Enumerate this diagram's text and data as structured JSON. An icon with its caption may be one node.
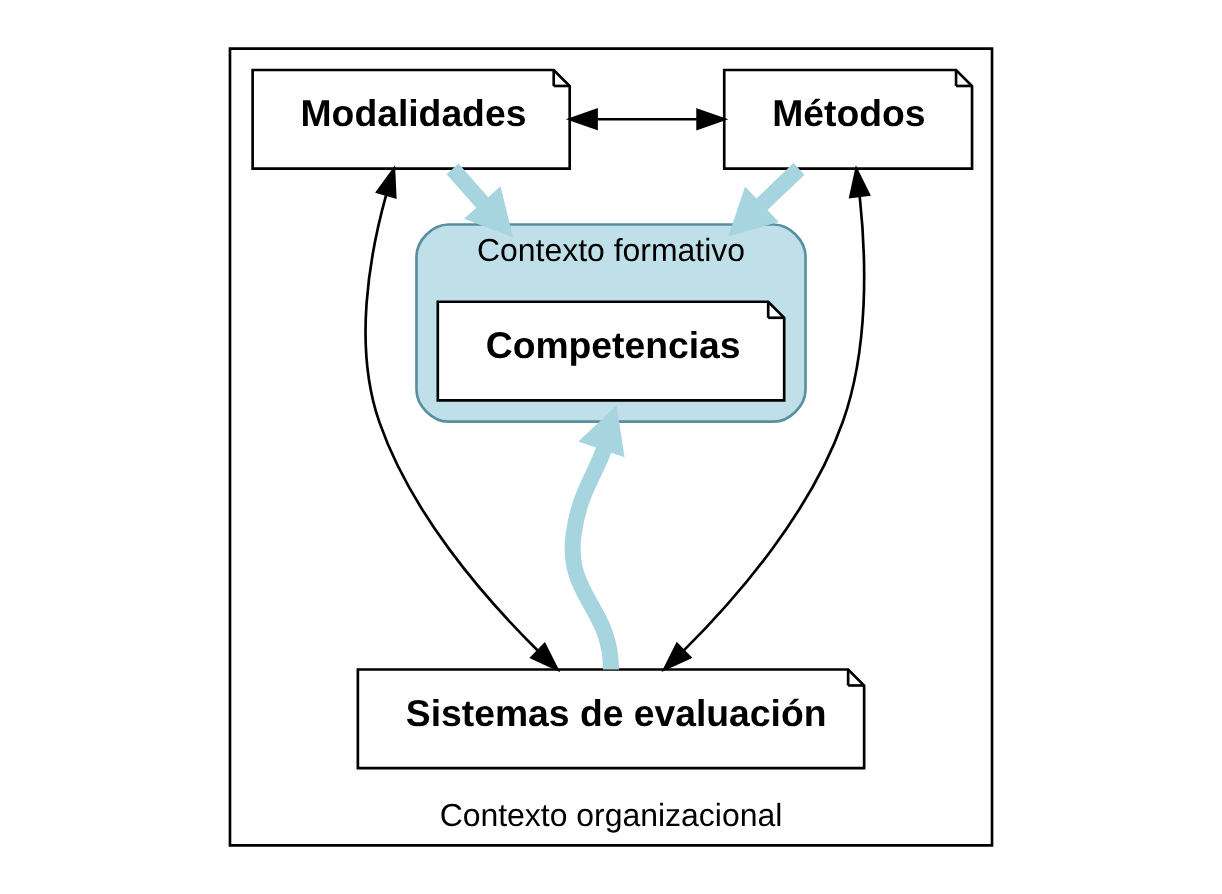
{
  "diagram": {
    "nodes": [
      {
        "text": [
          "Contexto organizacional"
        ]
      },
      {
        "text": [
          "Modalidades"
        ],
        "in": 0
      },
      {
        "text": [
          "Métodos"
        ],
        "in": 0
      },
      {
        "text": [
          "Contexto formativo"
        ],
        "in": 0
      },
      {
        "text": [
          "Competencias"
        ],
        "in": 3
      },
      {
        "text": [
          "Sistemas de evaluación"
        ],
        "in": 0
      }
    ],
    "edges": [
      {
        "from": 1,
        "to": 2,
        "arrow": "both"
      },
      {
        "from": 1,
        "to": 3,
        "arrow": "to",
        "style": "thick",
        "color": "#a6d5e0"
      },
      {
        "from": 2,
        "to": 3,
        "arrow": "to",
        "style": "thick",
        "color": "#a6d5e0"
      },
      {
        "from": 5,
        "to": 3,
        "arrow": "to",
        "style": "thick",
        "color": "#a6d5e0"
      },
      {
        "from": 1,
        "to": 5,
        "arrow": "both"
      },
      {
        "from": 2,
        "to": 5,
        "arrow": "both"
      }
    ]
  }
}
